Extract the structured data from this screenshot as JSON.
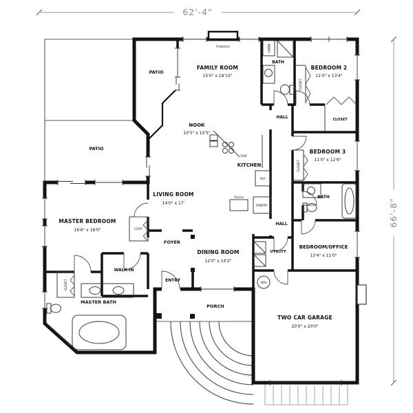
{
  "plan": {
    "dimensions": {
      "top": "62'-4\"",
      "right": "66'-8\""
    },
    "rooms": {
      "patio_top": {
        "name": "PATIO"
      },
      "patio_left": {
        "name": "PATIO"
      },
      "family_room": {
        "name": "FAMILY ROOM",
        "dims": "15'0\" x 18'10\""
      },
      "bath_top": {
        "name": "BATH"
      },
      "bedroom2": {
        "name": "BEDROOM 2",
        "dims": "11'0\" x 13'4\""
      },
      "hall_top": {
        "name": "HALL"
      },
      "nook": {
        "name": "NOOK",
        "dims": "10'5\" x 10'5\""
      },
      "kitchen": {
        "name": "KITCHEN"
      },
      "bedroom3": {
        "name": "BEDROOM 3",
        "dims": "11'0\" x 12'6\""
      },
      "living_room": {
        "name": "LIVING ROOM",
        "dims": "14'0\" x 17'"
      },
      "bath_right": {
        "name": "BATH"
      },
      "master_bedroom": {
        "name": "MASTER BEDROOM",
        "dims": "16'6\" x 18'0\""
      },
      "hall_mid": {
        "name": "HALL"
      },
      "foyer": {
        "name": "FOYER"
      },
      "dining_room": {
        "name": "DINING ROOM",
        "dims": "12'0\" x 14'2\""
      },
      "utility": {
        "name": "UTILITY"
      },
      "bedroom_office": {
        "name": "BEDROOM/OFFICE",
        "dims": "13'4\" x 11'0\""
      },
      "walk_in": {
        "name": "WALK-IN"
      },
      "entry": {
        "name": "ENTRY"
      },
      "master_bath": {
        "name": "MASTER BATH"
      },
      "porch": {
        "name": "PORCH"
      },
      "garage": {
        "name": "TWO CAR GARAGE",
        "dims": "20'0\" x 20'0\""
      }
    },
    "fixtures": {
      "fireplace": "Fireplace",
      "linen": "LINEN",
      "closet": "CLOSET",
      "coat": "COAT",
      "dw": "D/W",
      "ovens": "Ovens",
      "ref": "Ref",
      "pantry": "PANTRY",
      "wh": "W/H"
    }
  }
}
